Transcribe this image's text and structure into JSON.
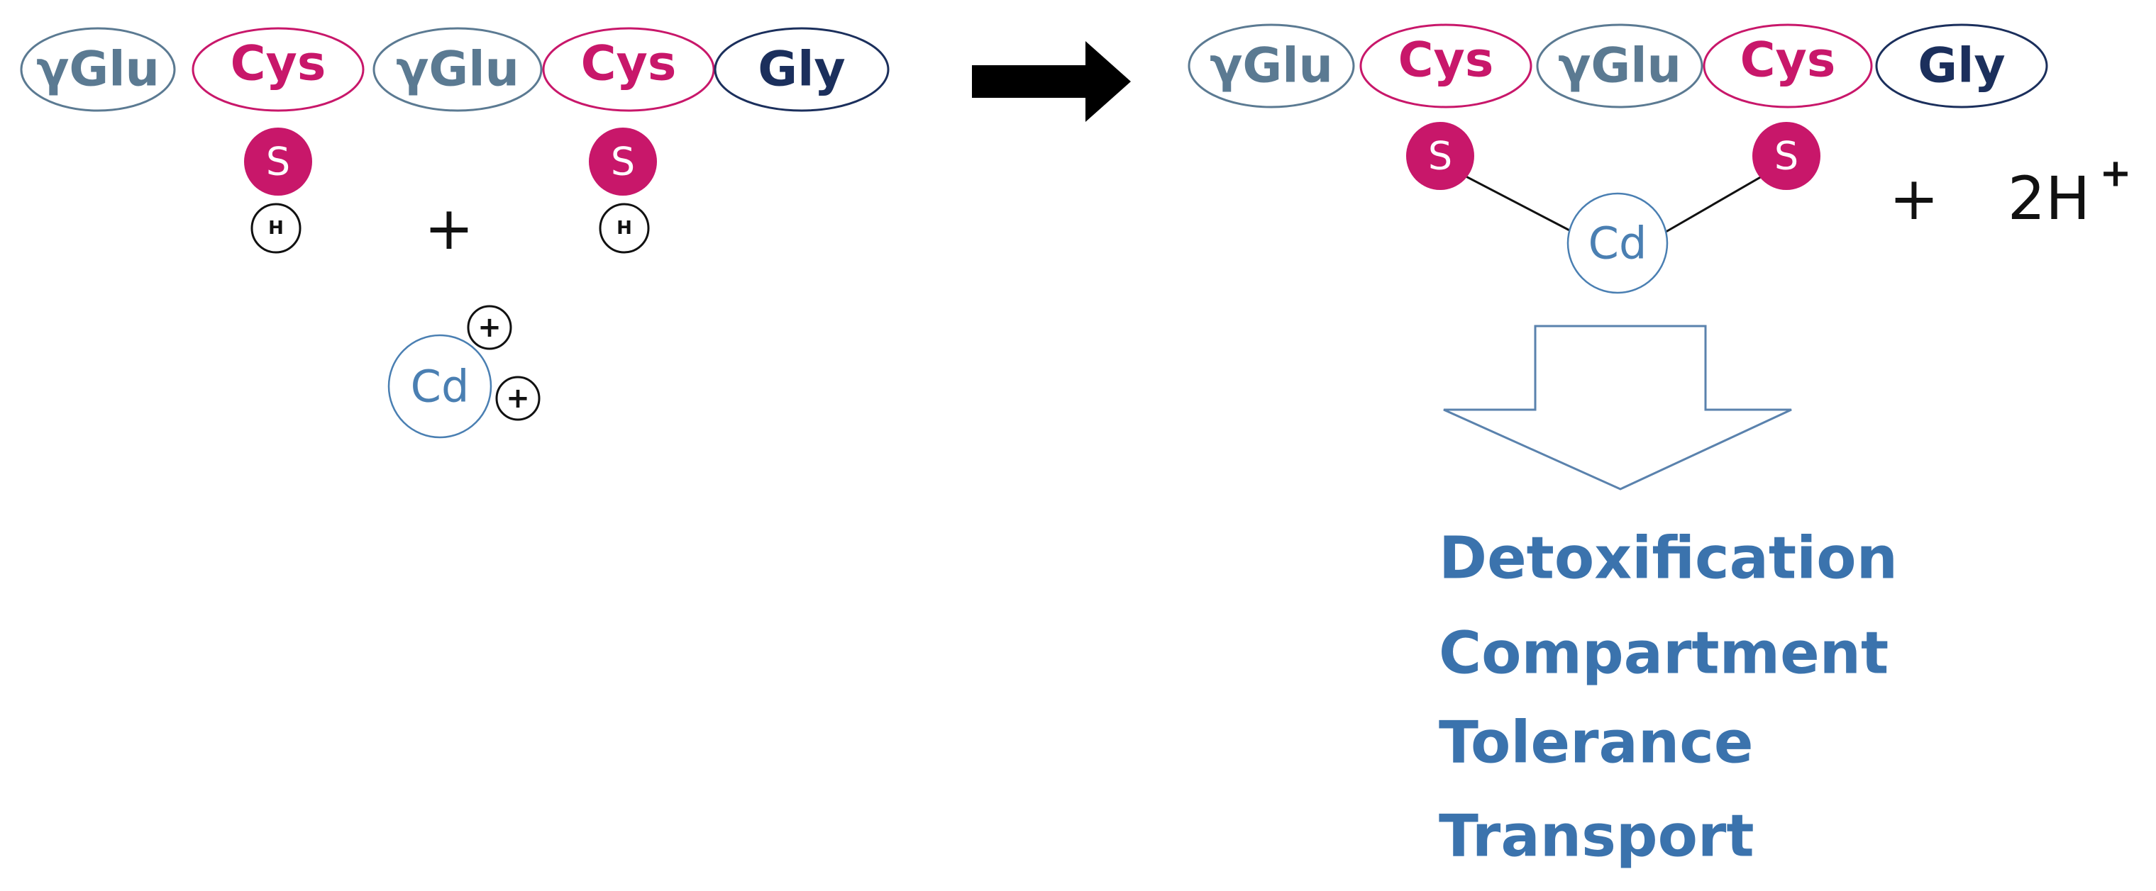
{
  "colors": {
    "glu": "#5b7a92",
    "cys": "#c8176a",
    "gly": "#1b2f5c",
    "cd": "#4a7fb2",
    "outcome": "#3b73ad",
    "ink": "#111111",
    "arrow_outline": "#5a82ad"
  },
  "reactant": {
    "chain": [
      {
        "label": "γGlu",
        "kind": "glu"
      },
      {
        "label": "Cys",
        "kind": "cys"
      },
      {
        "label": "γGlu",
        "kind": "glu"
      },
      {
        "label": "Cys",
        "kind": "cys"
      },
      {
        "label": "Gly",
        "kind": "gly"
      }
    ],
    "sulfur_label": "S",
    "hydrogen_label": "H",
    "plus_sign": "+",
    "metal_label": "Cd",
    "charge_symbol": "+"
  },
  "reaction_arrow": "right-arrow",
  "product": {
    "chain": [
      {
        "label": "γGlu",
        "kind": "glu"
      },
      {
        "label": "Cys",
        "kind": "cys"
      },
      {
        "label": "γGlu",
        "kind": "glu"
      },
      {
        "label": "Cys",
        "kind": "cys"
      },
      {
        "label": "Gly",
        "kind": "gly"
      }
    ],
    "sulfur_label": "S",
    "metal_label": "Cd",
    "plus_sign": "+",
    "protons": "2H",
    "protons_charge": "+"
  },
  "outcome_arrow": "hollow-down-arrow",
  "outcomes": [
    "Detoxification",
    "Compartment",
    "Tolerance",
    "Transport"
  ]
}
